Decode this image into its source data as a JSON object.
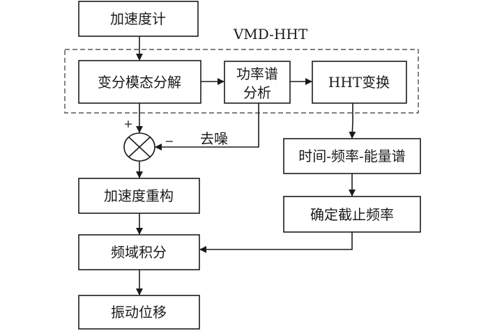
{
  "diagram": {
    "group_label": "VMD-HHT",
    "nodes": {
      "accelerometer": "加速度计",
      "vmd": "变分模态分解",
      "psd_line1": "功率谱",
      "psd_line2": "分析",
      "hht": "HHT变换",
      "tfe_spectrum": "时间-频率-能量谱",
      "acc_reconstruct": "加速度重构",
      "cutoff": "确定截止频率",
      "freq_integration": "频域积分",
      "displacement": "振动位移"
    },
    "summing_junction": {
      "plus_sign": "+",
      "minus_sign": "−"
    },
    "edge_labels": {
      "denoise": "去噪"
    },
    "edges": [
      [
        "accelerometer",
        "vmd"
      ],
      [
        "vmd",
        "psd"
      ],
      [
        "psd",
        "hht"
      ],
      [
        "vmd",
        "summing_junction (+)"
      ],
      [
        "psd",
        "summing_junction (−), 去噪"
      ],
      [
        "summing_junction",
        "acc_reconstruct"
      ],
      [
        "hht",
        "tfe_spectrum"
      ],
      [
        "tfe_spectrum",
        "cutoff"
      ],
      [
        "acc_reconstruct",
        "freq_integration"
      ],
      [
        "cutoff",
        "freq_integration"
      ],
      [
        "freq_integration",
        "displacement"
      ]
    ]
  }
}
